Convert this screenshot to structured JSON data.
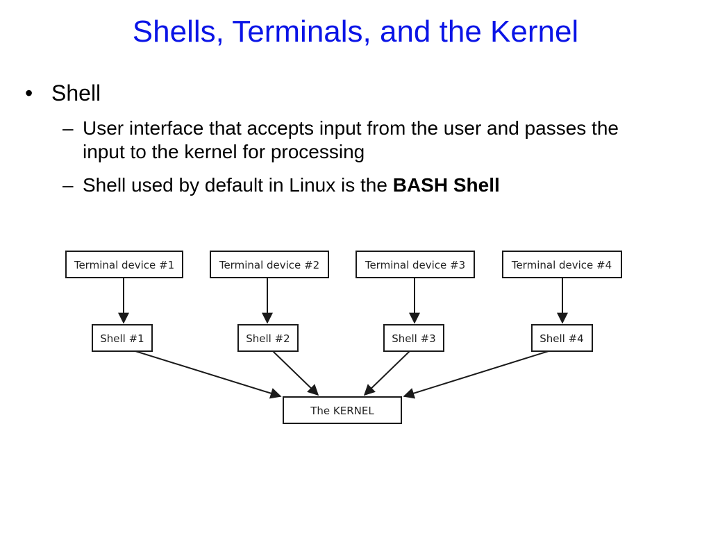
{
  "slide": {
    "title": "Shells, Terminals, and the Kernel",
    "bullet": "Shell",
    "subbullets": [
      {
        "dash": "–",
        "text": "User interface that accepts input from the user and passes the input to the kernel for processing"
      },
      {
        "dash": "–",
        "text_prefix": "Shell used by default in Linux is the ",
        "text_bold": "BASH Shell"
      }
    ],
    "bullet_marker": "•"
  },
  "diagram": {
    "terminals": [
      "Terminal device #1",
      "Terminal device #2",
      "Terminal device #3",
      "Terminal device #4"
    ],
    "shells": [
      "Shell #1",
      "Shell #2",
      "Shell #3",
      "Shell #4"
    ],
    "kernel": "The KERNEL",
    "colors": {
      "box_border": "#1a1a1a",
      "arrow": "#1a1a1a",
      "title": "#0a14e6"
    }
  }
}
